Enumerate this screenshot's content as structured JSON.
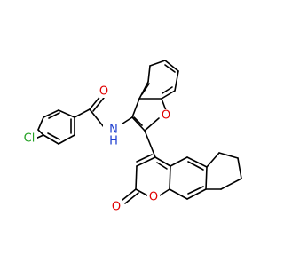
{
  "molecule": {
    "atoms": {
      "chlorine": {
        "text": "Cl",
        "color": "#22a022"
      },
      "amide_oxygen": {
        "text": "O",
        "color": "#e00000"
      },
      "amide_nitrogen": {
        "text": "N",
        "color": "#1f3fd0"
      },
      "amide_hydrogen": {
        "text": "H",
        "color": "#1f3fd0"
      },
      "furan_oxygen": {
        "text": "O",
        "color": "#e00000"
      },
      "pyranone_ring_oxygen": {
        "text": "O",
        "color": "#e00000"
      },
      "carbonyl_oxygen": {
        "text": "O",
        "color": "#e00000"
      }
    },
    "bond_color": "#000000"
  }
}
